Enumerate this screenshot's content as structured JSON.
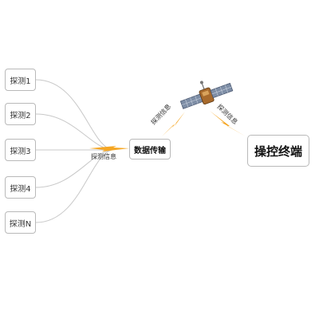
{
  "probes": [
    {
      "label": "探测1"
    },
    {
      "label": "探测2"
    },
    {
      "label": "探测3"
    },
    {
      "label": "探测4"
    },
    {
      "label": "探测N"
    }
  ],
  "hub": {
    "label": "数据传输"
  },
  "terminal": {
    "label": "操控终端"
  },
  "links": {
    "probe_to_hub": "探测信息",
    "hub_to_satellite": "探测信息",
    "satellite_to_terminal": "探测信息"
  },
  "colors": {
    "box_border": "#b9b9b9",
    "connector": "#c8c8c8",
    "lightning": "#f5a623",
    "panel": "#7e8ea6"
  },
  "icons": {
    "satellite": "satellite-icon",
    "signal": "lightning-bolt-icon"
  }
}
